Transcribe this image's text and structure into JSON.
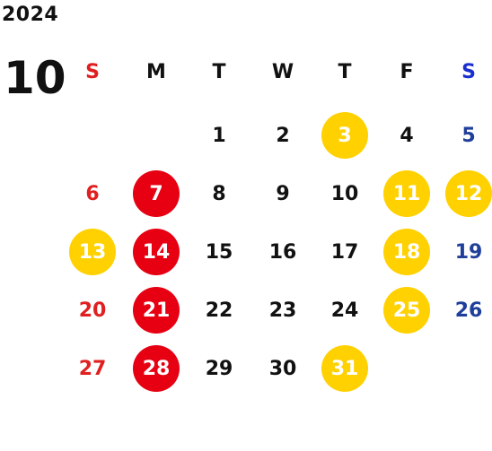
{
  "year": "2024",
  "month": "10",
  "weekday_headers": [
    "S",
    "M",
    "T",
    "W",
    "T",
    "F",
    "S"
  ],
  "colors": {
    "sunday": "#e02020",
    "saturday": "#1f3f9a",
    "default": "#111111",
    "closed_bg": "#e60012",
    "special_bg": "#ffd100"
  },
  "days": [
    {
      "label": "1",
      "weekday": 2,
      "week": 0,
      "mark": null
    },
    {
      "label": "2",
      "weekday": 3,
      "week": 0,
      "mark": null
    },
    {
      "label": "3",
      "weekday": 4,
      "week": 0,
      "mark": "yellow"
    },
    {
      "label": "4",
      "weekday": 5,
      "week": 0,
      "mark": null
    },
    {
      "label": "5",
      "weekday": 6,
      "week": 0,
      "mark": null
    },
    {
      "label": "6",
      "weekday": 0,
      "week": 1,
      "mark": null
    },
    {
      "label": "7",
      "weekday": 1,
      "week": 1,
      "mark": "red"
    },
    {
      "label": "8",
      "weekday": 2,
      "week": 1,
      "mark": null
    },
    {
      "label": "9",
      "weekday": 3,
      "week": 1,
      "mark": null
    },
    {
      "label": "10",
      "weekday": 4,
      "week": 1,
      "mark": null
    },
    {
      "label": "11",
      "weekday": 5,
      "week": 1,
      "mark": "yellow"
    },
    {
      "label": "12",
      "weekday": 6,
      "week": 1,
      "mark": "yellow"
    },
    {
      "label": "13",
      "weekday": 0,
      "week": 2,
      "mark": "yellow"
    },
    {
      "label": "14",
      "weekday": 1,
      "week": 2,
      "mark": "red"
    },
    {
      "label": "15",
      "weekday": 2,
      "week": 2,
      "mark": null
    },
    {
      "label": "16",
      "weekday": 3,
      "week": 2,
      "mark": null
    },
    {
      "label": "17",
      "weekday": 4,
      "week": 2,
      "mark": null
    },
    {
      "label": "18",
      "weekday": 5,
      "week": 2,
      "mark": "yellow"
    },
    {
      "label": "19",
      "weekday": 6,
      "week": 2,
      "mark": null
    },
    {
      "label": "20",
      "weekday": 0,
      "week": 3,
      "mark": null
    },
    {
      "label": "21",
      "weekday": 1,
      "week": 3,
      "mark": "red"
    },
    {
      "label": "22",
      "weekday": 2,
      "week": 3,
      "mark": null
    },
    {
      "label": "23",
      "weekday": 3,
      "week": 3,
      "mark": null
    },
    {
      "label": "24",
      "weekday": 4,
      "week": 3,
      "mark": null
    },
    {
      "label": "25",
      "weekday": 5,
      "week": 3,
      "mark": "yellow"
    },
    {
      "label": "26",
      "weekday": 6,
      "week": 3,
      "mark": null
    },
    {
      "label": "27",
      "weekday": 0,
      "week": 4,
      "mark": null
    },
    {
      "label": "28",
      "weekday": 1,
      "week": 4,
      "mark": "red"
    },
    {
      "label": "29",
      "weekday": 2,
      "week": 4,
      "mark": null
    },
    {
      "label": "30",
      "weekday": 3,
      "week": 4,
      "mark": null
    },
    {
      "label": "31",
      "weekday": 4,
      "week": 4,
      "mark": "yellow"
    }
  ]
}
